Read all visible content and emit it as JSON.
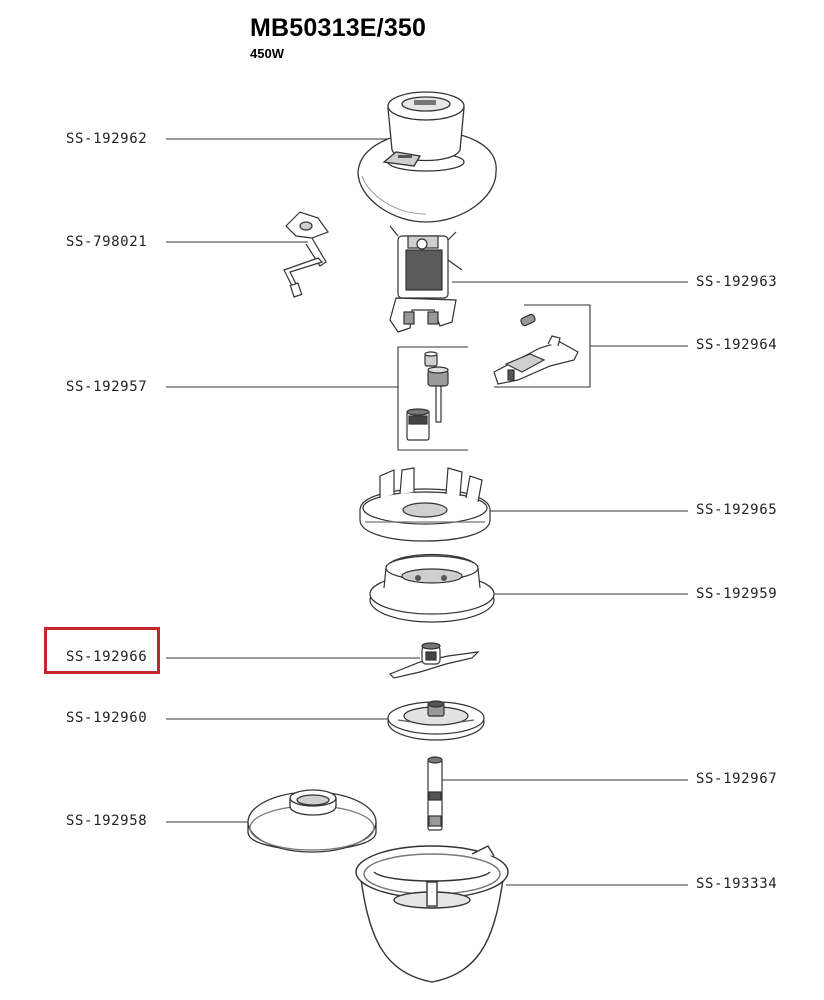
{
  "header": {
    "model": "MB50313E/350",
    "power": "450W"
  },
  "parts": [
    {
      "id": "lid",
      "label": "SS-192962"
    },
    {
      "id": "crank",
      "label": "SS-798021"
    },
    {
      "id": "motor",
      "label": "SS-192963"
    },
    {
      "id": "switch",
      "label": "SS-192964"
    },
    {
      "id": "gears",
      "label": "SS-192957"
    },
    {
      "id": "housing",
      "label": "SS-192965"
    },
    {
      "id": "ring",
      "label": "SS-192959"
    },
    {
      "id": "blade",
      "label": "SS-192966"
    },
    {
      "id": "disc",
      "label": "SS-192960"
    },
    {
      "id": "shaft",
      "label": "SS-192967"
    },
    {
      "id": "cover",
      "label": "SS-192958"
    },
    {
      "id": "bowl",
      "label": "SS-193334"
    }
  ],
  "highlight": {
    "part": "SS-192966",
    "color": "#c1272d"
  },
  "colors": {
    "line": "#333333",
    "part_fill": "#ffffff",
    "part_shade": "#cfcfcf",
    "part_dark": "#555555"
  }
}
